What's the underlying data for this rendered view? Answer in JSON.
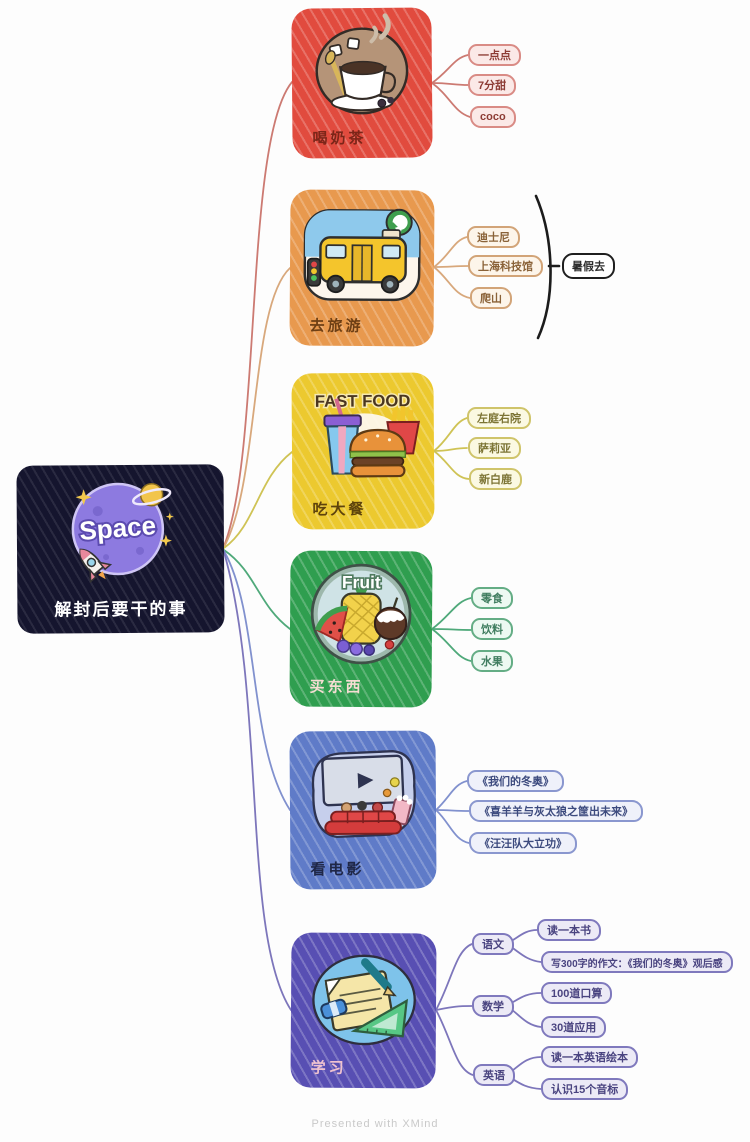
{
  "watermark": "Presented with XMind",
  "root": {
    "label": "解封后要干的事",
    "badge_text": "Space",
    "bg_color": "#15152e"
  },
  "branches": [
    {
      "label": "喝奶茶",
      "box_color": "#e14b3e",
      "children": [
        "一点点",
        "7分甜",
        "coco"
      ]
    },
    {
      "label": "去旅游",
      "box_color": "#e8994e",
      "children": [
        "迪士尼",
        "上海科技馆",
        "爬山"
      ],
      "callout": "暑假去"
    },
    {
      "label": "吃大餐",
      "box_color": "#ecc92f",
      "illustration_title": "FAST FOOD",
      "children": [
        "左庭右院",
        "萨莉亚",
        "新白鹿"
      ]
    },
    {
      "label": "买东西",
      "box_color": "#2f9e4f",
      "illustration_title": "Fruit",
      "children": [
        "零食",
        "饮料",
        "水果"
      ]
    },
    {
      "label": "看电影",
      "box_color": "#5f7bc8",
      "children": [
        "《我们的冬奥》",
        "《喜羊羊与灰太狼之筐出未来》",
        "《汪汪队大立功》"
      ]
    },
    {
      "label": "学习",
      "box_color": "#584fb3",
      "children": [
        {
          "label": "语文",
          "children": [
            "读一本书",
            "写300字的作文：《我们的冬奥》观后感"
          ]
        },
        {
          "label": "数学",
          "children": [
            "100道口算",
            "30道应用"
          ]
        },
        {
          "label": "英语",
          "children": [
            "读一本英语绘本",
            "认识15个音标"
          ]
        }
      ]
    }
  ],
  "line_colors": {
    "milk_tea": "#cc7a72",
    "travel": "#d8a87c",
    "feast": "#cfc355",
    "shopping": "#4fa97a",
    "movies": "#8191ce",
    "study": "#7d76bb",
    "brace": "#1c1c1c"
  }
}
